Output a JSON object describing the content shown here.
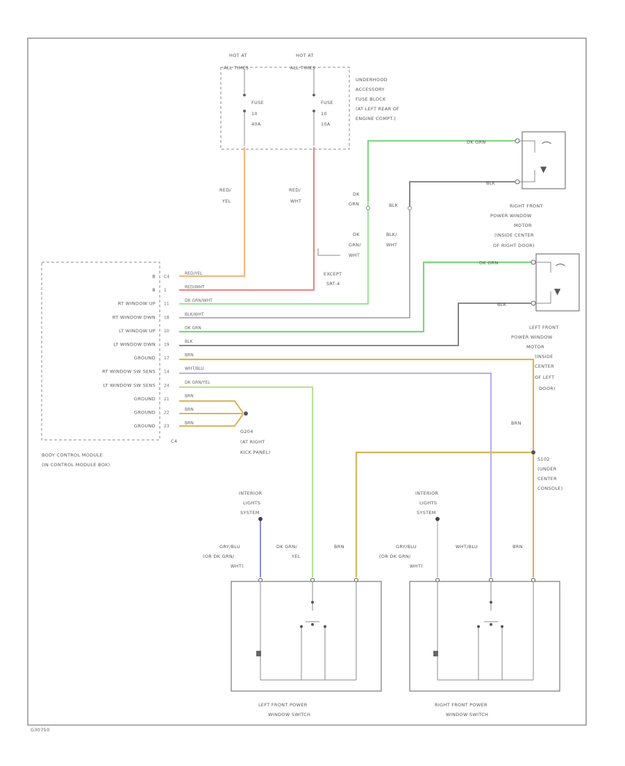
{
  "fuse_block": {
    "hot1": "HOT AT",
    "hot1b": "ALL TIMES",
    "hot2": "HOT AT",
    "hot2b": "ALL TIMES",
    "fuse1": [
      "FUSE",
      "10",
      "40A"
    ],
    "fuse2": [
      "FUSE",
      "10",
      "10A"
    ],
    "label": [
      "UNDERHOOD",
      "ACCESSORY",
      "FUSE BLOCK",
      "(AT LEFT REAR OF",
      "ENGINE COMPT.)"
    ]
  },
  "wires_top": {
    "red_yel": [
      "RED/",
      "YEL"
    ],
    "red_wht": [
      "RED/",
      "WHT"
    ],
    "dk_grn": [
      "DK",
      "GRN"
    ],
    "blk": "BLK",
    "dk_grn_wht": [
      "DK",
      "GRN/",
      "WHT"
    ],
    "blk_wht": [
      "BLK/",
      "WHT"
    ],
    "except": [
      "EXCEPT",
      "SRT-4"
    ]
  },
  "rf_motor": {
    "wire1": "DK GRN",
    "wire2": "BLK",
    "label": [
      "RIGHT FRONT",
      "POWER WINDOW",
      "MOTOR",
      "(INSIDE CENTER",
      "OF RIGHT DOOR)"
    ]
  },
  "lf_motor": {
    "wire1": "DK GRN",
    "wire2": "BLK",
    "label": [
      "LEFT FRONT",
      "POWER WINDOW",
      "MOTOR",
      "(INSIDE",
      "CENTER",
      "OF LEFT",
      "DOOR)"
    ]
  },
  "bcm": {
    "rows": [
      {
        "name": "B",
        "pin": "C4",
        "wire": "RED/YEL"
      },
      {
        "name": "B",
        "pin": "1",
        "wire": "RED/WHT"
      },
      {
        "name": "RT WINDOW UP",
        "pin": "11",
        "wire": "DK GRN/WHT"
      },
      {
        "name": "RT WINDOW DWN",
        "pin": "18",
        "wire": "BLK/WHT"
      },
      {
        "name": "LT WINDOW UP",
        "pin": "10",
        "wire": "DK GRN"
      },
      {
        "name": "LT WINDOW DWN",
        "pin": "19",
        "wire": "BLK"
      },
      {
        "name": "GROUND",
        "pin": "17",
        "wire": "BRN"
      },
      {
        "name": "RT WINDOW SW SENS",
        "pin": "14",
        "wire": "WHT/BLU"
      },
      {
        "name": "LT WINDOW SW SENS",
        "pin": "24",
        "wire": "DK GRN/YEL"
      },
      {
        "name": "GROUND",
        "pin": "21",
        "wire": "BRN"
      },
      {
        "name": "GROUND",
        "pin": "22",
        "wire": "BRN"
      },
      {
        "name": "GROUND",
        "pin": "23",
        "wire": "BRN"
      }
    ],
    "conn": "C4",
    "label": [
      "BODY CONTROL MODULE",
      "(IN CONTROL MODULE BOX)"
    ]
  },
  "g204": {
    "label": [
      "G204",
      "(AT RIGHT",
      "KICK PANEL)"
    ]
  },
  "s102": {
    "wire": "BRN",
    "label": [
      "S102",
      "(UNDER",
      "CENTER",
      "CONSOLE)"
    ]
  },
  "left_switch": {
    "ils": [
      "INTERIOR",
      "LIGHTS",
      "SYSTEM"
    ],
    "w1": [
      "GRY/BLU",
      "(OR DK GRN/",
      "WHT)"
    ],
    "w2": [
      "DK GRN/",
      "YEL"
    ],
    "w3": "BRN",
    "label": [
      "LEFT FRONT POWER",
      "WINDOW SWITCH"
    ]
  },
  "right_switch": {
    "ils": [
      "INTERIOR",
      "LIGHTS",
      "SYSTEM"
    ],
    "w1": [
      "GRY/BLU",
      "(OR DK GRN/",
      "WHT)"
    ],
    "w2": [
      "WHT/BLU"
    ],
    "w3": "BRN",
    "label": [
      "RIGHT FRONT POWER",
      "WINDOW SWITCH"
    ]
  },
  "footer_code": "G30750",
  "colors": {
    "red_yel": "#f5b27a",
    "red_wht": "#f08080",
    "dk_grn": "#7ad67a",
    "grn_wht": "#9be39b",
    "blk": "#777777",
    "blk_wht": "#aaaaaa",
    "brn": "#d8b45a",
    "wht_blu": "#b0b0f0",
    "grn_yel": "#b5e38a",
    "gry_blu": "#8888e0"
  }
}
